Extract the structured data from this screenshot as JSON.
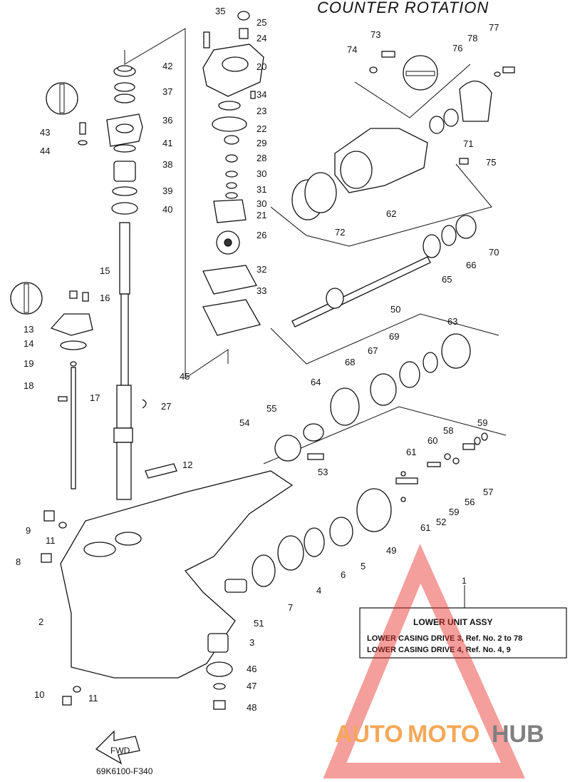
{
  "heading": "COUNTER ROTATION",
  "legend": {
    "ref": "1",
    "title": "LOWER  UNIT ASSY",
    "line1": "LOWER CASING DRIVE 3,  Ref. No. 2 to 78",
    "line2": "LOWER CASING DRIVE 4,  Ref. No. 4, 9"
  },
  "fwd_label": "FWD",
  "diagram_code": "69K6100-F340",
  "watermark": {
    "auto": "AUTO",
    "moto": "MOTO",
    "hub": "HUB"
  },
  "callouts": [
    "35",
    "25",
    "24",
    "20",
    "34",
    "23",
    "22",
    "29",
    "28",
    "30",
    "31",
    "30",
    "21",
    "26",
    "32",
    "33",
    "42",
    "37",
    "36",
    "41",
    "38",
    "39",
    "40",
    "43",
    "44",
    "45",
    "27",
    "12",
    "15",
    "16",
    "13",
    "14",
    "19",
    "18",
    "17",
    "9",
    "11",
    "8",
    "2",
    "10",
    "11",
    "73",
    "74",
    "77",
    "78",
    "76",
    "71",
    "75",
    "62",
    "72",
    "70",
    "66",
    "65",
    "50",
    "63",
    "69",
    "67",
    "68",
    "64",
    "55",
    "54",
    "53",
    "59",
    "58",
    "60",
    "61",
    "57",
    "56",
    "59",
    "52",
    "61",
    "49",
    "5",
    "6",
    "4",
    "7",
    "51",
    "3",
    "46",
    "47",
    "48"
  ],
  "colors": {
    "ink": "#111111",
    "watermark_red": "#e8322b",
    "watermark_orange": "#f39a3c",
    "watermark_grey": "#6b6b6b"
  }
}
